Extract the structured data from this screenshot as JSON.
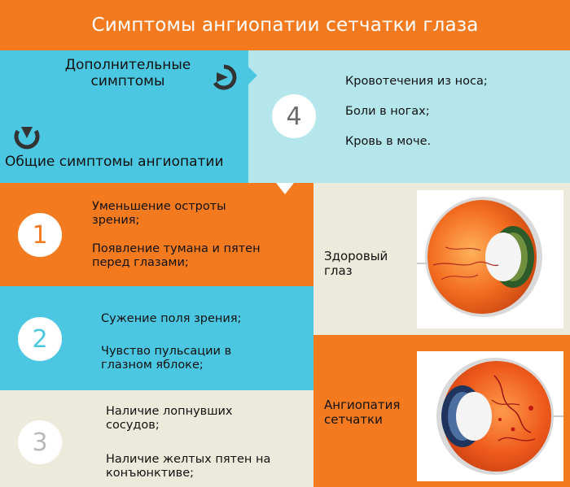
{
  "title": "Симптомы ангиопатии сетчатки глаза",
  "colors": {
    "orange": "#f47a20",
    "cyan": "#4cc7e2",
    "pale_cyan": "#b4e6ec",
    "cream": "#eceadb"
  },
  "header": {
    "additional_symptoms_line1": "Дополнительные",
    "additional_symptoms_line2": "симптомы",
    "general_symptoms": "Общие симптомы ангиопатии"
  },
  "groups": [
    {
      "number": "1",
      "items": [
        [
          "Уменьшение остроты",
          "зрения;"
        ],
        [
          "Появление тумана и пятен",
          "перед глазами;"
        ]
      ]
    },
    {
      "number": "2",
      "items": [
        [
          "Сужение поля зрения;"
        ],
        [
          "Чувство пульсации в",
          "глазном яблоке;"
        ]
      ]
    },
    {
      "number": "3",
      "items": [
        [
          "Наличие лопнувших",
          "сосудов;"
        ],
        [
          "Наличие желтых пятен на",
          "конъюнктиве;"
        ]
      ]
    },
    {
      "number": "4",
      "items": [
        "Кровотечения из носа;",
        "Боли в ногах;",
        "Кровь в моче."
      ]
    }
  ],
  "eyes": {
    "healthy_line1": "Здоровый",
    "healthy_line2": "глаз",
    "disease_line1": "Ангиопатия",
    "disease_line2": "сетчатки"
  },
  "icons": [
    "arrow-right-circle-icon",
    "arrow-down-circle-icon",
    "healthy-eye-illustration",
    "angiopathy-eye-illustration"
  ]
}
